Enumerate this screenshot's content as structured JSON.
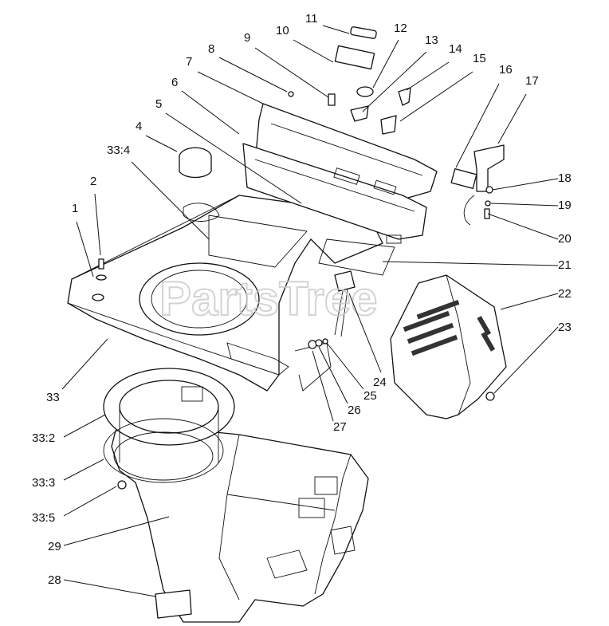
{
  "diagram": {
    "watermark": "PartsTree",
    "callouts": [
      {
        "id": "c1",
        "label": "1"
      },
      {
        "id": "c2",
        "label": "2"
      },
      {
        "id": "c4",
        "label": "4"
      },
      {
        "id": "c33-4",
        "label": "33:4"
      },
      {
        "id": "c5",
        "label": "5"
      },
      {
        "id": "c6",
        "label": "6"
      },
      {
        "id": "c7",
        "label": "7"
      },
      {
        "id": "c8",
        "label": "8"
      },
      {
        "id": "c9",
        "label": "9"
      },
      {
        "id": "c10",
        "label": "10"
      },
      {
        "id": "c11",
        "label": "11"
      },
      {
        "id": "c12",
        "label": "12"
      },
      {
        "id": "c13",
        "label": "13"
      },
      {
        "id": "c14",
        "label": "14"
      },
      {
        "id": "c15",
        "label": "15"
      },
      {
        "id": "c16",
        "label": "16"
      },
      {
        "id": "c17",
        "label": "17"
      },
      {
        "id": "c18",
        "label": "18"
      },
      {
        "id": "c19",
        "label": "19"
      },
      {
        "id": "c20",
        "label": "20"
      },
      {
        "id": "c21",
        "label": "21"
      },
      {
        "id": "c22",
        "label": "22"
      },
      {
        "id": "c23",
        "label": "23"
      },
      {
        "id": "c24",
        "label": "24"
      },
      {
        "id": "c25",
        "label": "25"
      },
      {
        "id": "c26",
        "label": "26"
      },
      {
        "id": "c27",
        "label": "27"
      },
      {
        "id": "c33",
        "label": "33"
      },
      {
        "id": "c33-2",
        "label": "33:2"
      },
      {
        "id": "c33-3",
        "label": "33:3"
      },
      {
        "id": "c33-5",
        "label": "33:5"
      },
      {
        "id": "c29",
        "label": "29"
      },
      {
        "id": "c28",
        "label": "28"
      }
    ]
  }
}
